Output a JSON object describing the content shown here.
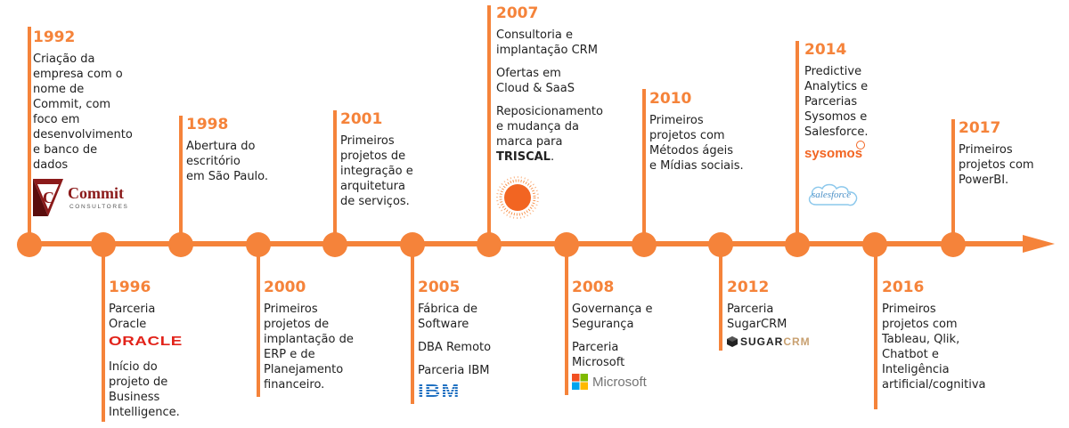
{
  "colors": {
    "accent": "#f5833a"
  },
  "events": [
    {
      "year": "1992",
      "lines": [
        "Criação da",
        "empresa com o",
        "nome de",
        "Commit, com",
        "foco em",
        "desenvolvimento",
        "e banco de",
        "dados"
      ]
    },
    {
      "year": "1996",
      "blocks": [
        [
          "Parceria",
          "Oracle"
        ],
        [
          "Início do",
          "projeto de",
          "Business",
          "Intelligence."
        ]
      ]
    },
    {
      "year": "1998",
      "lines": [
        "Abertura do",
        "escritório",
        "em São Paulo."
      ]
    },
    {
      "year": "2000",
      "lines": [
        "Primeiros",
        "projetos de",
        "implantação de",
        "ERP e de",
        "Planejamento",
        "financeiro."
      ]
    },
    {
      "year": "2001",
      "lines": [
        "Primeiros",
        "projetos de",
        "integração e",
        "arquitetura",
        "de serviços."
      ]
    },
    {
      "year": "2005",
      "blocks": [
        [
          "Fábrica de",
          "Software"
        ],
        [
          "DBA Remoto"
        ],
        [
          "Parceria IBM"
        ]
      ]
    },
    {
      "year": "2007",
      "blocks": [
        [
          "Consultoria e",
          "implantação CRM"
        ],
        [
          "Ofertas em",
          "Cloud & SaaS"
        ],
        [
          "Reposicionamento",
          "e mudança da",
          "marca para"
        ]
      ],
      "brand": "TRISCAL",
      "brand_suffix": "."
    },
    {
      "year": "2008",
      "blocks": [
        [
          "Governança e",
          "Segurança"
        ],
        [
          "Parceria",
          "Microsoft"
        ]
      ]
    },
    {
      "year": "2010",
      "lines": [
        "Primeiros",
        "projetos com",
        "Métodos ágeis",
        "e Mídias sociais."
      ]
    },
    {
      "year": "2012",
      "lines": [
        "Parceria",
        "SugarCRM"
      ]
    },
    {
      "year": "2014",
      "lines": [
        "Predictive",
        "Analytics e",
        "Parcerias",
        "Sysomos e",
        "Salesforce."
      ]
    },
    {
      "year": "2016",
      "lines": [
        "Primeiros",
        "projetos com",
        "Tableau, Qlik,",
        "Chatbot e",
        "Inteligência",
        "artificial/cognitiva"
      ]
    },
    {
      "year": "2017",
      "lines": [
        "Primeiros",
        "projetos com",
        "PowerBI."
      ]
    }
  ],
  "logos": {
    "commit": {
      "name": "Commit",
      "sub": "CONSULTORES",
      "letter": "C"
    },
    "oracle": "ORACLE",
    "ibm": "IBM",
    "microsoft": "Microsoft",
    "sugarcrm": {
      "a": "SUGAR",
      "b": "CRM"
    },
    "sysomos": "sysomos",
    "salesforce": "salesforce"
  }
}
